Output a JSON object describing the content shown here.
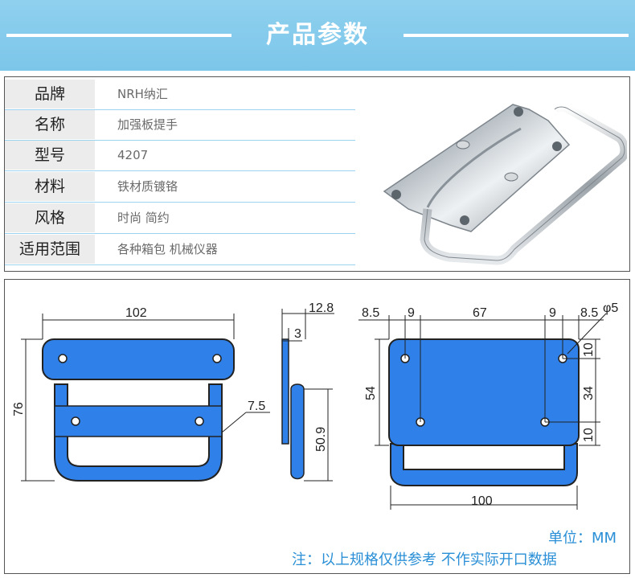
{
  "header": {
    "title": "产品参数"
  },
  "params": [
    {
      "label": "品牌",
      "value": "NRH纳汇"
    },
    {
      "label": "名称",
      "value": "加强板提手"
    },
    {
      "label": "型号",
      "value": "4207"
    },
    {
      "label": "材料",
      "value": "铁材质镀铬"
    },
    {
      "label": "风格",
      "value": "时尚 简约"
    },
    {
      "label": "适用范围",
      "value": "各种箱包 机械仪器"
    }
  ],
  "drawing": {
    "front": {
      "width": "102",
      "height": "76",
      "offset": "7.5"
    },
    "side": {
      "top": "12.8",
      "thickness": "3",
      "height": "50.9"
    },
    "back": {
      "top_dims": [
        "8.5",
        "9",
        "67",
        "9",
        "8.5"
      ],
      "hole": "φ5",
      "left_height": "54",
      "right_dims": [
        "10",
        "34",
        "10"
      ],
      "bottom": "100"
    },
    "colors": {
      "plate": "#2f80e8",
      "line": "#222222"
    }
  },
  "notes": {
    "unit": "单位：MM",
    "disclaimer": "注：以上规格仅供参考 不作实际开口数据"
  }
}
